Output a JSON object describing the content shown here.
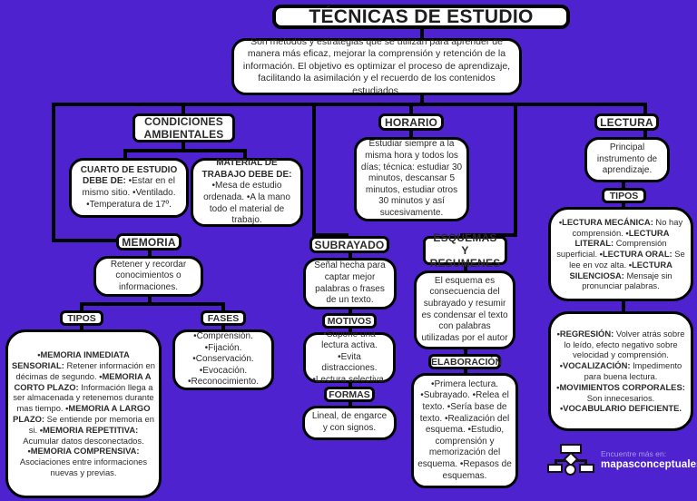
{
  "meta": {
    "background_color": "#4e22ce",
    "node_fill": "#ffffff",
    "line_color": "#000000"
  },
  "title": "TÉCNICAS DE ESTUDIO",
  "description": "Son métodos y estrategias que se utilizan para aprender de manera más eficaz, mejorar la comprensión y retención de la información. El objetivo es optimizar el proceso de aprendizaje, facilitando la asimilación y el recuerdo de los contenidos estudiados.",
  "branches": {
    "condiciones": {
      "label": "CONDICIONES AMBIENTALES",
      "cuarto": {
        "heading": "CUARTO DE ESTUDIO DEBE DE:",
        "items": "•Estar en el mismo sitio. •Ventilado. •Temperatura de 17º."
      },
      "material": {
        "heading": "MATERIAL DE TRABAJO DEBE DE:",
        "items": "•Mesa de estudio ordenada. •A la mano todo el material de trabajo."
      }
    },
    "memoria": {
      "label": "MEMORIA",
      "definition": "Retener y recordar conocimientos o informaciones.",
      "tipos_label": "TIPOS",
      "tipos_items": [
        {
          "term": "•MEMORIA INMEDIATA SENSORIAL:",
          "desc": " Retener información en décimas de segundo."
        },
        {
          "term": "•MEMORIA A CORTO PLAZO:",
          "desc": " Información llega a ser almacenada y retenemos durante mas tiempo."
        },
        {
          "term": "•MEMORIA A LARGO PLAZO:",
          "desc": " Se entiende por memoria en si."
        },
        {
          "term": "•MEMORIA REPETITIVA:",
          "desc": " Acumular datos desconectados."
        },
        {
          "term": "•MEMORIA COMPRENSIVA:",
          "desc": " Asociaciones entre informaciones nuevas y previas."
        }
      ],
      "fases_label": "FASES",
      "fases_items": "•Comprensión. •Fijación. •Conservación. •Evocación. •Reconocimiento."
    },
    "subrayado": {
      "label": "SUBRAYADO",
      "definition": "Señal hecha para captar mejor palabras o frases de un texto.",
      "motivos_label": "MOTIVOS",
      "motivos_items": "•Supone una lectura activa. •Evita distracciones. •Lectura selectiva.",
      "formas_label": "FORMAS",
      "formas_items": "Lineal, de engarce y con signos."
    },
    "horario": {
      "label": "HORARIO",
      "definition": "Estudiar siempre a la misma hora y todos los días; técnica: estudiar 30 minutos, descansar 5 minutos, estudiar otros 30 minutos y así sucesivamente."
    },
    "esquemas": {
      "label": "ESQUEMAS Y RESUMENES",
      "definition": "El esquema es consecuencia del subrayado y resumir es condensar el texto con palabras utilizadas por el autor",
      "elaboracion_label": "ELABORACIÓN",
      "elaboracion_items": "•Primera lectura. •Subrayado. •Relea el texto. •Sería base de texto. •Realización del esquema. •Estudio, comprensión y memorización del esquema. •Repasos de esquemas."
    },
    "lectura": {
      "label": "LECTURA",
      "definition": "Principal instrumento de aprendizaje.",
      "tipos_label": "TIPOS",
      "tipos_items": [
        {
          "term": "•LECTURA MECÁNICA:",
          "desc": " No hay comprensión."
        },
        {
          "term": "•LECTURA LITERAL:",
          "desc": " Comprensión superficial."
        },
        {
          "term": "•LECTURA ORAL:",
          "desc": " Se lee en voz alta."
        },
        {
          "term": "•LECTURA SILENCIOSA:",
          "desc": " Mensaje sin pronunciar palabras."
        }
      ],
      "defectos_items": [
        {
          "term": "•REGRESIÓN:",
          "desc": " Volver atrás sobre lo leído, efecto negativo sobre velocidad y comprensión."
        },
        {
          "term": "•VOCALIZACIÓN:",
          "desc": " Impedimento para buena lectura."
        },
        {
          "term": "•MOVIMIENTOS CORPORALES:",
          "desc": " Son innecesarios."
        },
        {
          "term": "•VOCABULARIO DEFICIENTE.",
          "desc": ""
        }
      ]
    }
  },
  "watermark": {
    "line1": "Encuentre más en:",
    "line2": "mapasconceptuales.xyz",
    "logo": "flowchart-logo"
  }
}
